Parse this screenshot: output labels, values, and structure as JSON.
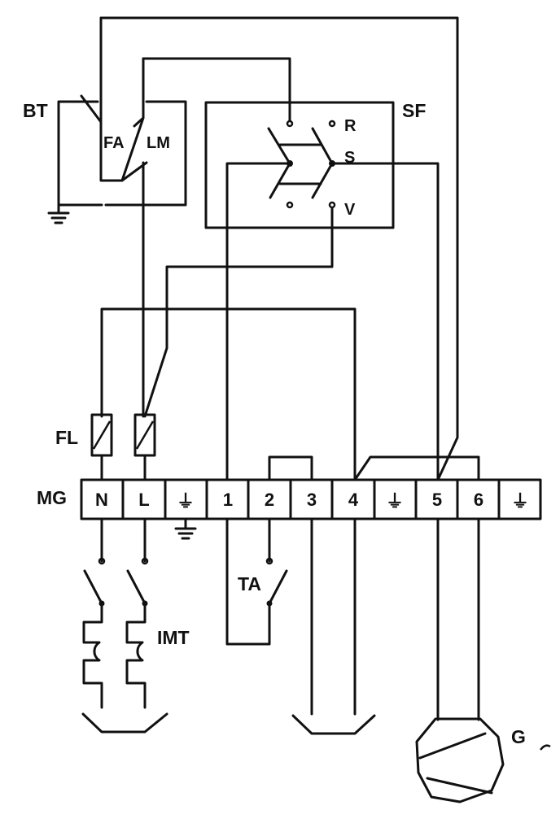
{
  "labels": {
    "bt": "BT",
    "fa": "FA",
    "lm": "LM",
    "sf": "SF",
    "r": "R",
    "s": "S",
    "v": "V",
    "fl": "FL",
    "mg": "MG",
    "ta": "TA",
    "imt": "IMT",
    "g": "G"
  },
  "terminals": [
    "N",
    "L",
    "⏚",
    "1",
    "2",
    "3",
    "4",
    "⏚",
    "5",
    "6",
    "⏚"
  ]
}
